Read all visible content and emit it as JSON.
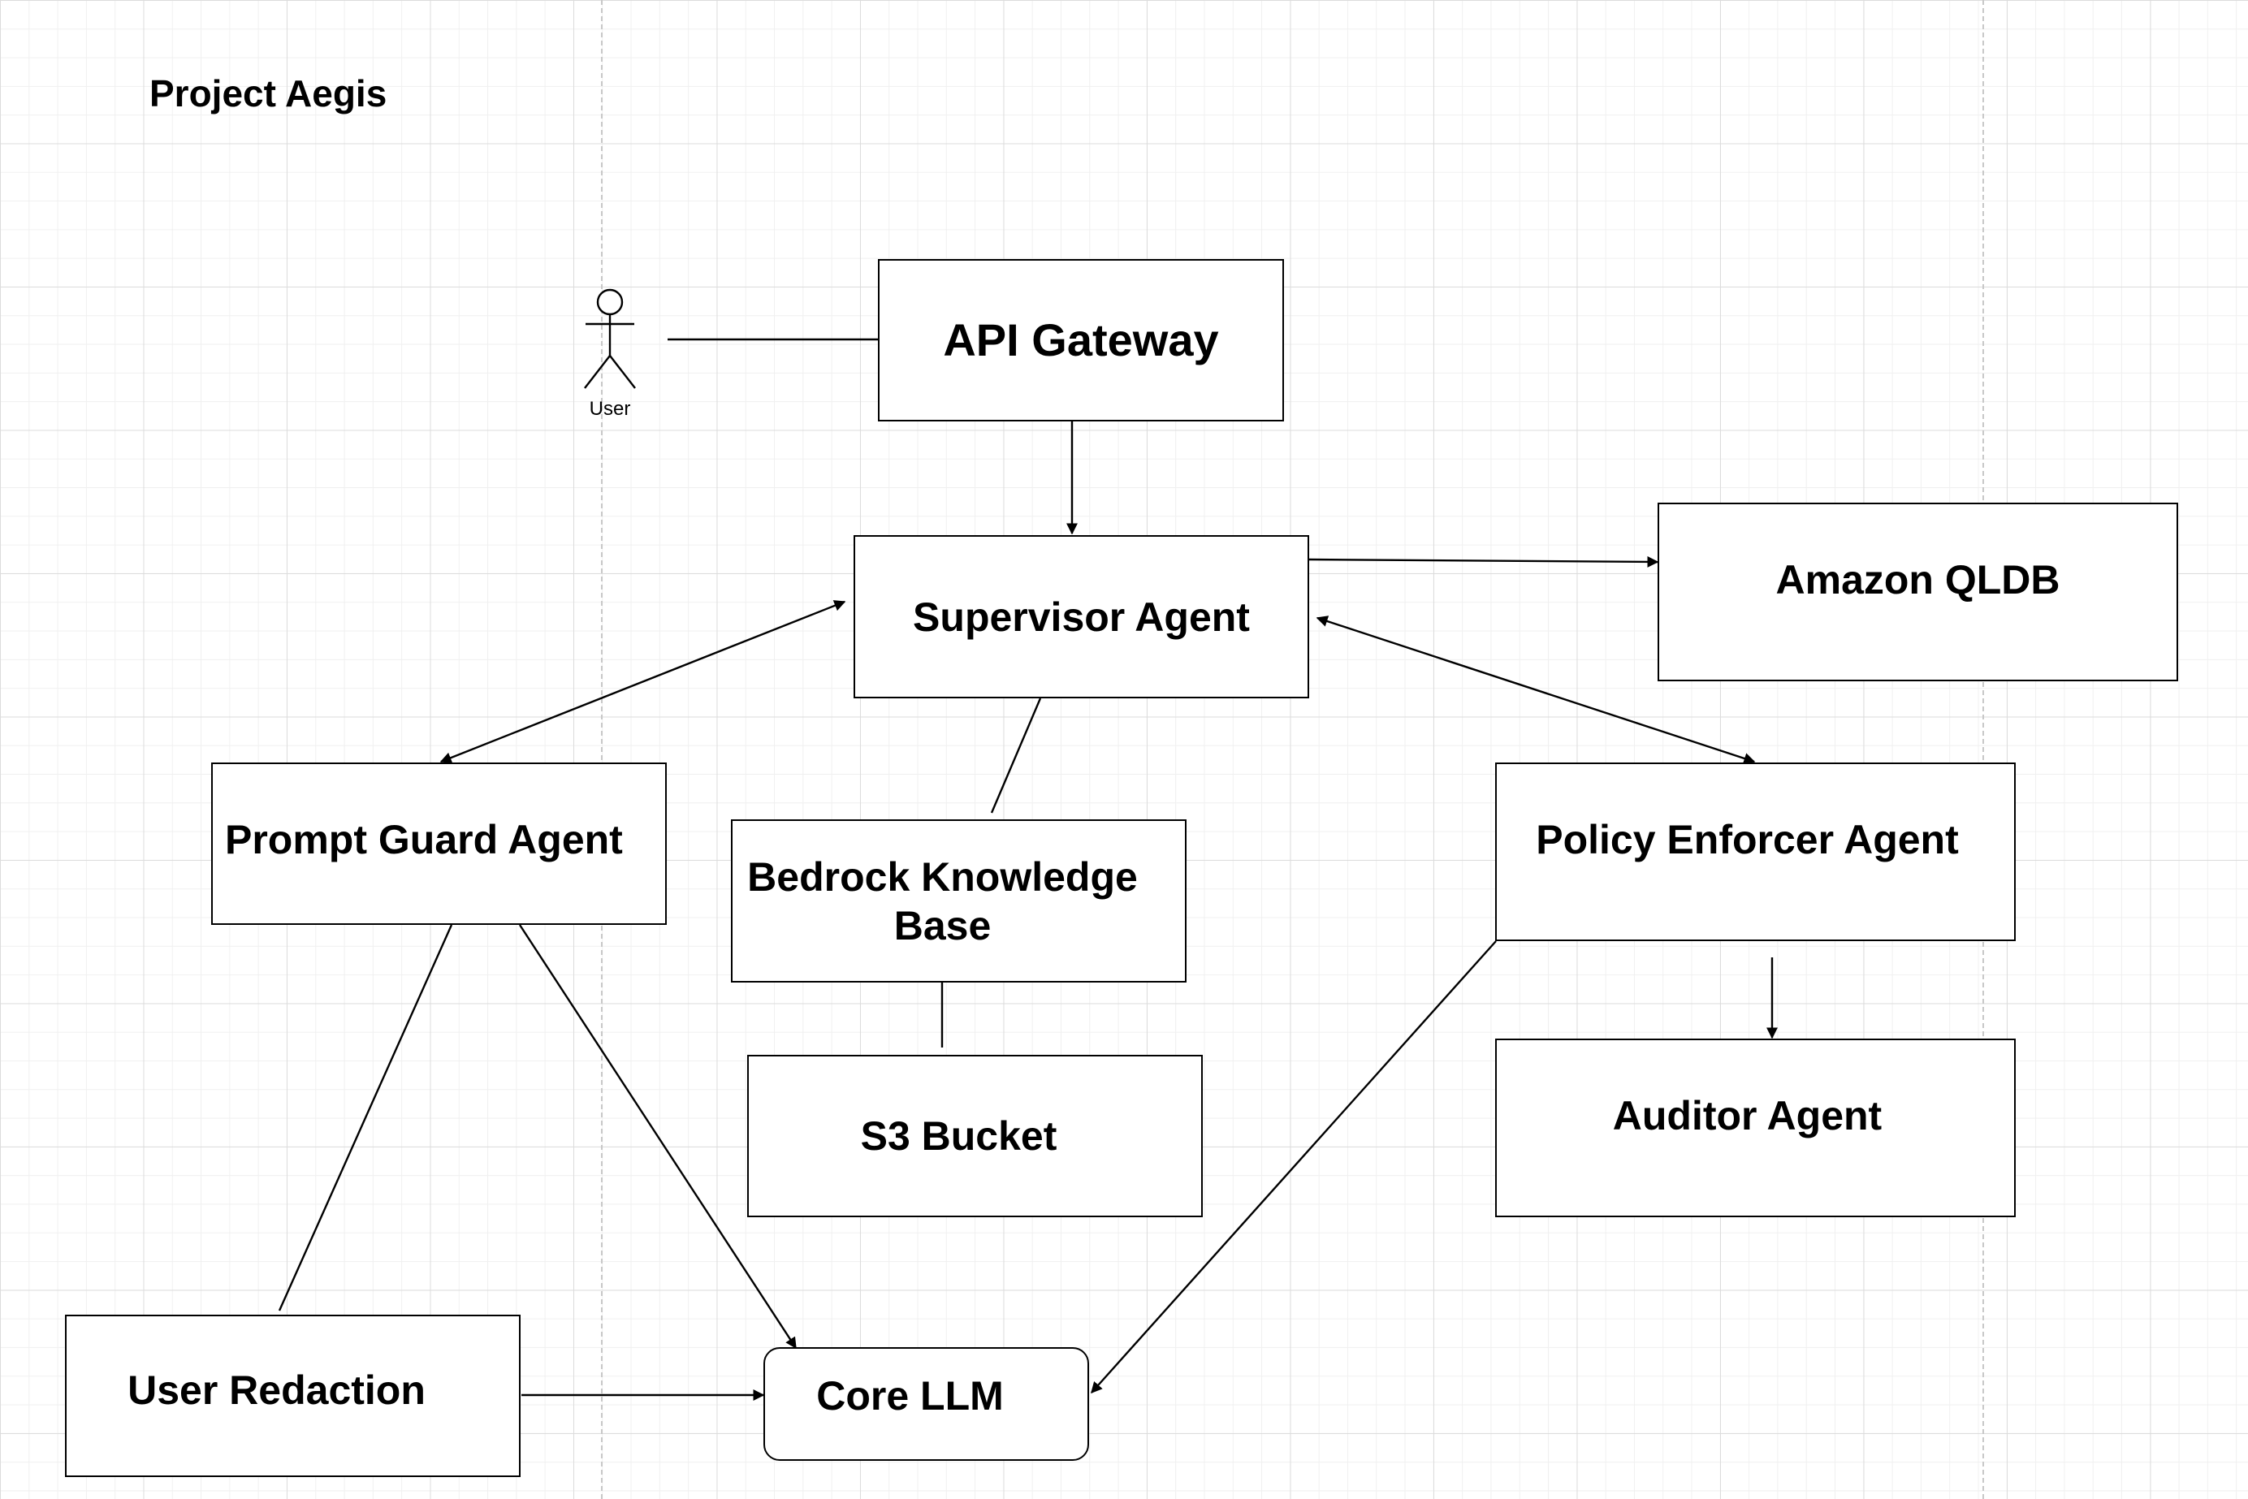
{
  "diagram": {
    "title": "Project Aegis",
    "actor": {
      "label": "User",
      "icon": "stick-figure-icon"
    },
    "nodes": {
      "api_gateway": "API Gateway",
      "supervisor_agent": "Supervisor Agent",
      "amazon_qldb": "Amazon QLDB",
      "prompt_guard_agent": "Prompt Guard Agent",
      "bedrock_knowledge_base_line1": "Bedrock Knowledge",
      "bedrock_knowledge_base_line2": "Base",
      "policy_enforcer_agent": "Policy Enforcer Agent",
      "s3_bucket": "S3 Bucket",
      "auditor_agent": "Auditor Agent",
      "user_redaction": "User Redaction",
      "core_llm": "Core LLM"
    },
    "edges": [
      {
        "from": "User",
        "to": "API Gateway",
        "arrow": "none"
      },
      {
        "from": "API Gateway",
        "to": "Supervisor Agent",
        "arrow": "end"
      },
      {
        "from": "Supervisor Agent",
        "to": "Amazon QLDB",
        "arrow": "end"
      },
      {
        "from": "Supervisor Agent",
        "to": "Prompt Guard Agent",
        "arrow": "both"
      },
      {
        "from": "Supervisor Agent",
        "to": "Policy Enforcer Agent",
        "arrow": "both"
      },
      {
        "from": "Supervisor Agent",
        "to": "Bedrock Knowledge Base",
        "arrow": "none"
      },
      {
        "from": "Bedrock Knowledge Base",
        "to": "S3 Bucket",
        "arrow": "none"
      },
      {
        "from": "Policy Enforcer Agent",
        "to": "Auditor Agent",
        "arrow": "end"
      },
      {
        "from": "Prompt Guard Agent",
        "to": "User Redaction",
        "arrow": "none"
      },
      {
        "from": "Prompt Guard Agent",
        "to": "Core LLM",
        "arrow": "end"
      },
      {
        "from": "Policy Enforcer Agent",
        "to": "Core LLM",
        "arrow": "end"
      },
      {
        "from": "User Redaction",
        "to": "Core LLM",
        "arrow": "end"
      }
    ],
    "colors": {
      "stroke": "#000000",
      "grid": "#dcdcdc",
      "background": "#ffffff"
    }
  }
}
